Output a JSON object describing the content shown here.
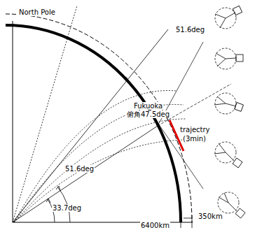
{
  "diagram": {
    "labels": [
      "North Pole",
      "51.6deg",
      "Fukuoka",
      "俯角47.5deg",
      "trajectry",
      "(3min)",
      "51.6deg",
      "33.7deg",
      "350km",
      "6400km"
    ]
  }
}
